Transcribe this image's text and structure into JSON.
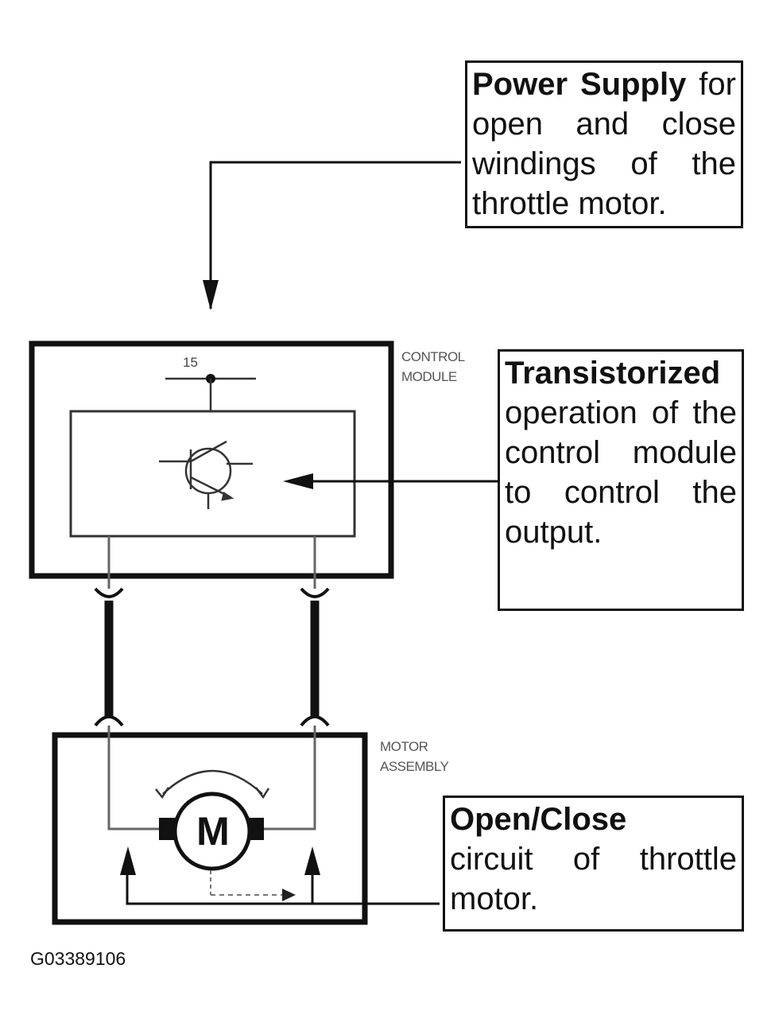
{
  "callouts": {
    "power_supply": {
      "bold": "Power Supply",
      "text": " for open and close windings of the throttle motor."
    },
    "transistorized": {
      "bold": "Transistorized",
      "text": " operation of the control module to control the output."
    },
    "open_close": {
      "bold": "Open/Close",
      "text": " circuit of throttle motor."
    }
  },
  "labels": {
    "control_module": [
      "CONTROL",
      "MODULE"
    ],
    "motor_assembly": [
      "MOTOR",
      "ASSEMBLY"
    ],
    "terminal": "15",
    "motor_symbol": "M"
  },
  "figure_id": "G03389106"
}
